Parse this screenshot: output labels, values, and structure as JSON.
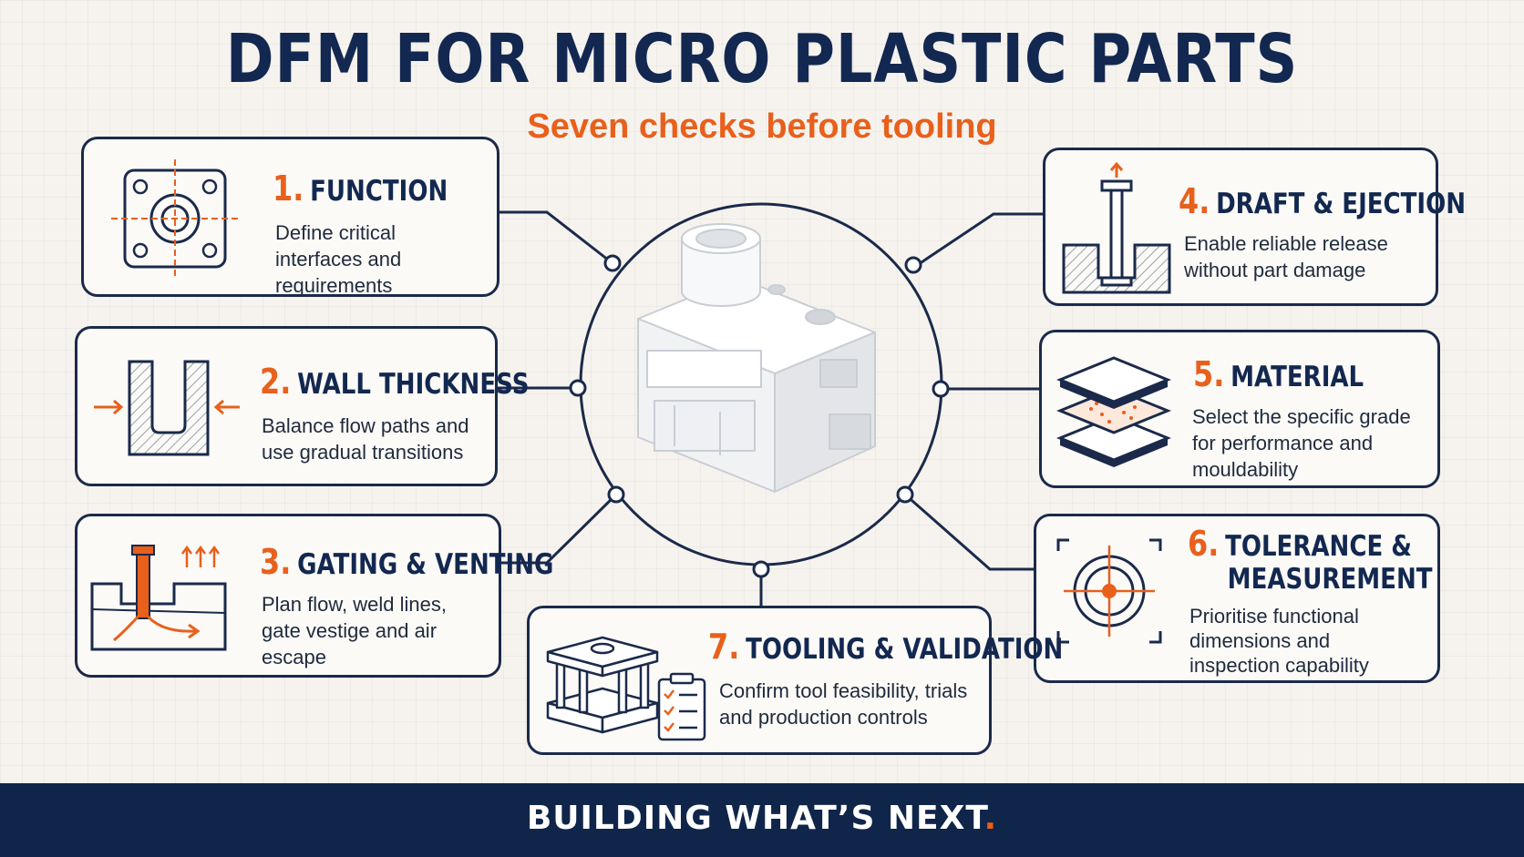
{
  "title": "DFM FOR MICRO PLASTIC PARTS",
  "subtitle": "Seven checks before tooling",
  "colors": {
    "navy": "#132850",
    "accent": "#e8601c",
    "background": "#f6f3ee"
  },
  "center_part": {
    "icon": "micro-plastic-connector-part"
  },
  "checks": [
    {
      "number": "1.",
      "title": "FUNCTION",
      "title_line2": "",
      "description": "Define critical interfaces and requirements",
      "icon": "part-drawing-icon"
    },
    {
      "number": "2.",
      "title": "WALL THICKNESS",
      "title_line2": "",
      "description": "Balance flow paths and use gradual transitions",
      "icon": "wall-section-icon"
    },
    {
      "number": "3.",
      "title": "GATING & VENTING",
      "title_line2": "",
      "description": "Plan flow, weld lines, gate vestige and air escape",
      "icon": "gate-flow-icon"
    },
    {
      "number": "4.",
      "title": "DRAFT & EJECTION",
      "title_line2": "",
      "description": "Enable reliable release without part damage",
      "icon": "ejector-pin-icon"
    },
    {
      "number": "5.",
      "title": "MATERIAL",
      "title_line2": "",
      "description": "Select the specific grade for performance and mouldability",
      "icon": "material-layers-icon"
    },
    {
      "number": "6.",
      "title": "TOLERANCE &",
      "title_line2": "MEASUREMENT",
      "description": "Prioritise functional dimensions and inspection capability",
      "icon": "target-icon"
    },
    {
      "number": "7.",
      "title": "TOOLING & VALIDATION",
      "title_line2": "",
      "description": "Confirm tool feasibility, trials and production controls",
      "icon": "mould-checklist-icon"
    }
  ],
  "footer": {
    "text": "BUILDING WHAT’S NEXT",
    "dot": "."
  }
}
